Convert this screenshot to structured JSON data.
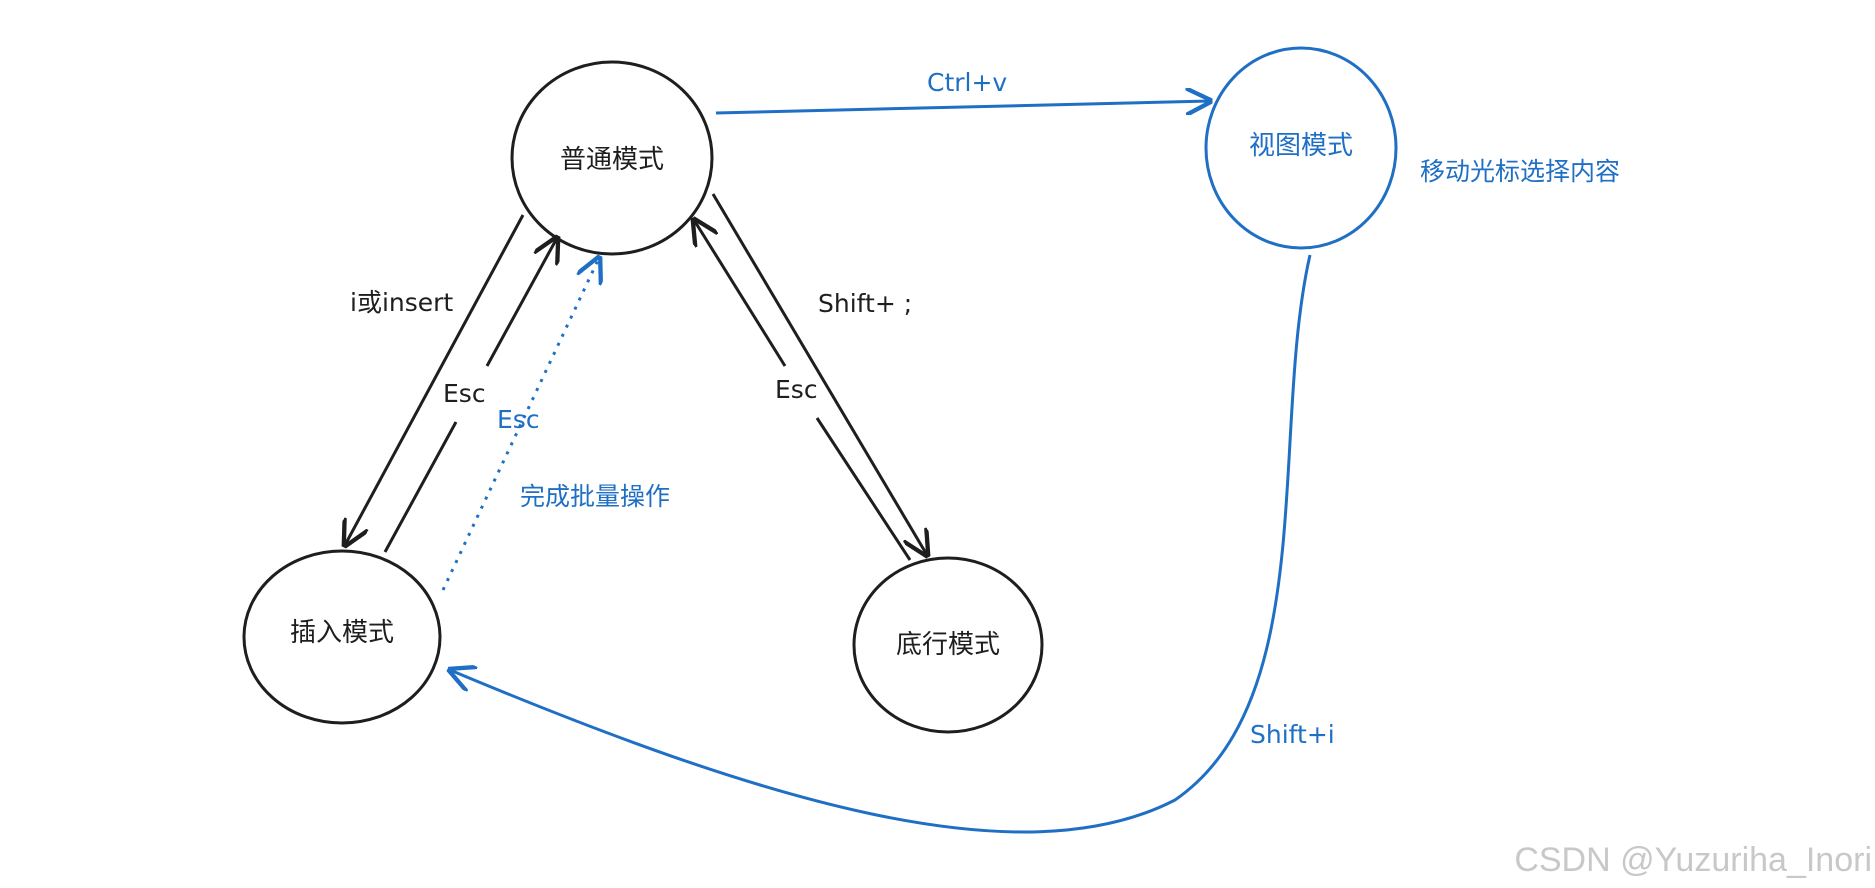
{
  "colors": {
    "black": "#1e1e1e",
    "blue": "#1f6fc5",
    "watermark": "#c8c8c8"
  },
  "nodes": {
    "normal": "普通模式",
    "visual": "视图模式",
    "insert": "插入模式",
    "command": "底行模式"
  },
  "edges": {
    "normal_to_visual": "Ctrl+v",
    "normal_to_insert": "i或insert",
    "insert_to_normal": "Esc",
    "insert_to_normal_batch": "Esc",
    "normal_to_command": "Shift+ ;",
    "command_to_normal": "Esc",
    "visual_to_insert": "Shift+i"
  },
  "annotations": {
    "visual_note": "移动光标选择内容",
    "batch_note": "完成批量操作"
  },
  "watermark": "CSDN @Yuzuriha_Inori"
}
